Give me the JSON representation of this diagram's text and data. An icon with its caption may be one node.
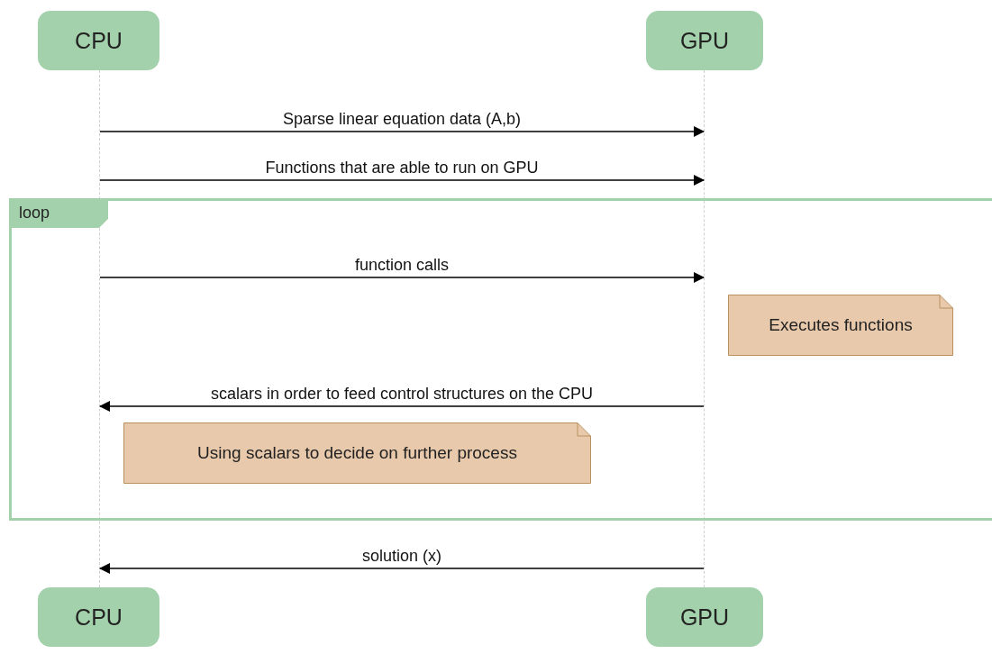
{
  "diagram": {
    "nodes": [
      {
        "text": [
          "CPU"
        ]
      },
      {
        "text": [
          "GPU"
        ]
      },
      {
        "text": [],
        "shape": "line"
      },
      {
        "text": [],
        "shape": "line"
      },
      {
        "text": [
          "CPU"
        ]
      },
      {
        "text": [
          "GPU"
        ]
      },
      {
        "text": [
          "loop"
        ]
      },
      {
        "text": [
          "Executes functions"
        ],
        "in": 6
      },
      {
        "text": [
          "Using scalars to decide on further process"
        ],
        "in": 6
      }
    ],
    "edges": [
      {
        "from": 2,
        "to": 3,
        "arrow": "to",
        "label": "Sparse linear equation data (A,b)"
      },
      {
        "from": 2,
        "to": 3,
        "arrow": "to",
        "label": "Functions that are able to run on GPU"
      },
      {
        "from": 2,
        "to": 3,
        "arrow": "to",
        "label": "function calls"
      },
      {
        "from": 3,
        "to": 2,
        "arrow": "to",
        "label": "scalars in order to feed control structures on the CPU"
      },
      {
        "from": 3,
        "to": 2,
        "arrow": "to",
        "label": "solution (x)"
      }
    ]
  }
}
